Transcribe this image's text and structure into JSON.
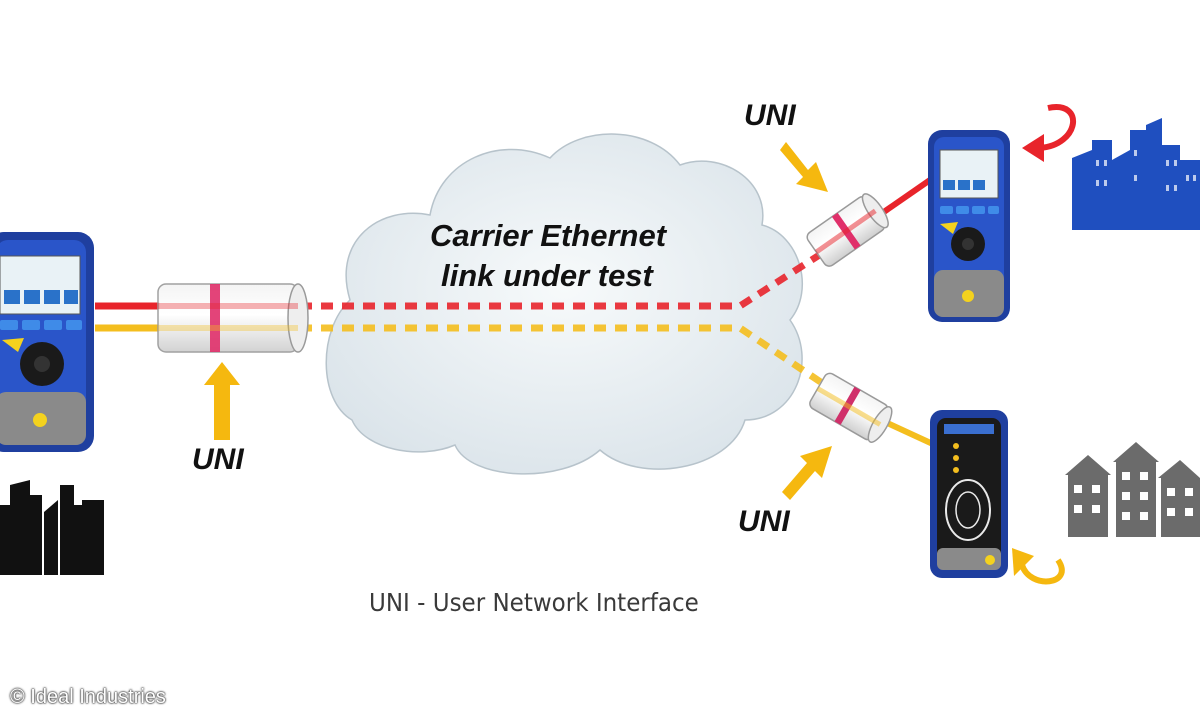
{
  "cloud": {
    "line1": "Carrier Ethernet",
    "line2": "link under test"
  },
  "labels": {
    "uni_left": "UNI",
    "uni_top_right": "UNI",
    "uni_bottom_right": "UNI"
  },
  "legend": "UNI - User Network Interface",
  "credit": "© Ideal Industries",
  "colors": {
    "red_link": "#e8242b",
    "yellow_link": "#f4be1e",
    "arrow_yellow": "#f5b80f",
    "device_blue": "#1f3f9f",
    "city_blue": "#1f4fbf",
    "house_gray": "#6b6b6b",
    "cloud_fill": "#e8eef2"
  },
  "icons": {
    "left_device": "network-tester-icon",
    "top_right_device": "network-tester-icon",
    "bottom_right_device": "loopback-unit-icon",
    "left_buildings": "city-skyline-icon",
    "top_right_buildings": "city-skyline-icon",
    "bottom_right_buildings": "houses-icon",
    "loop_arrow": "loop-arrow-icon",
    "pointer_arrow": "arrow-icon"
  }
}
